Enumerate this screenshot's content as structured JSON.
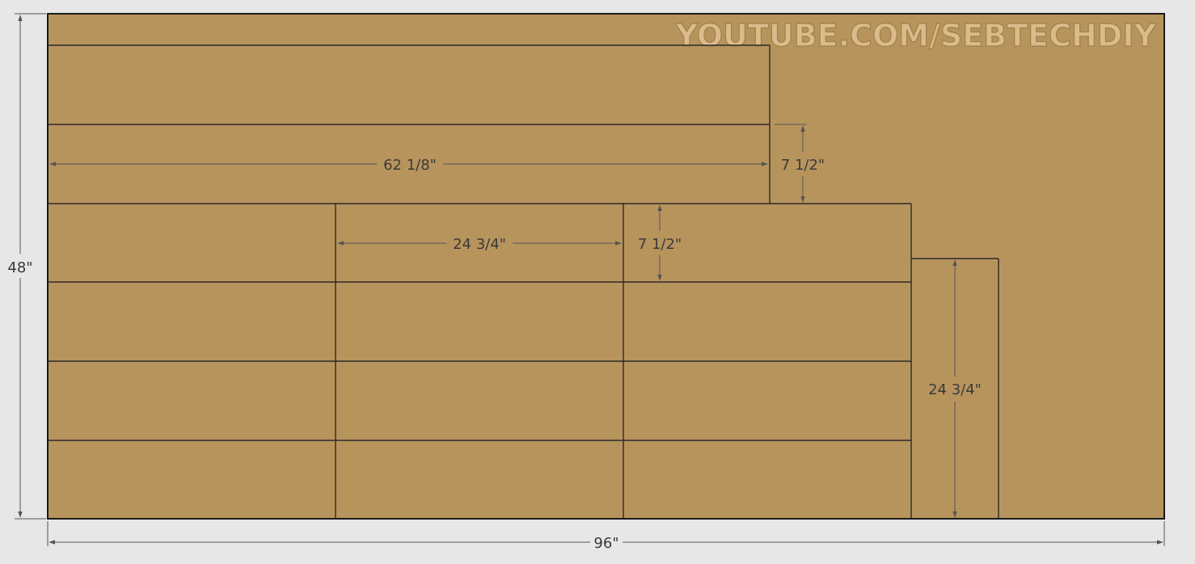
{
  "watermark": "YOUTUBE.COM/SEBTECHDIY",
  "colors": {
    "background": "#e7e7e7",
    "plywood": "#b8945d",
    "cut_line": "#2a2a2a",
    "dimension_line": "#555555"
  },
  "dimensions": {
    "sheet_width": "96\"",
    "sheet_height": "48\"",
    "long_strip_length": "62 1/8\"",
    "long_strip_width": "7 1/2\"",
    "short_piece_length": "24 3/4\"",
    "short_piece_width": "7 1/2\"",
    "offcut_height": "24 3/4\""
  }
}
